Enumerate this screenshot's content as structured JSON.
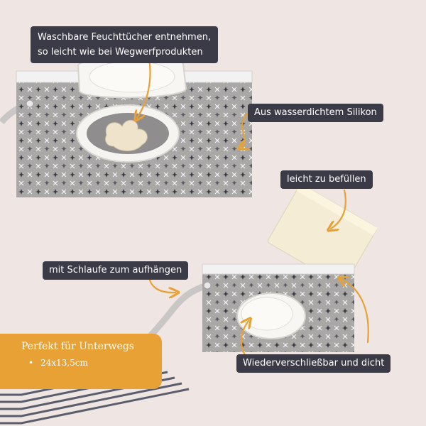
{
  "colors": {
    "background": "#efe5e2",
    "label_bg": "#3b3a47",
    "label_text": "#ffffff",
    "accent": "#e7a134",
    "pouch_gray": "#aaa7a7",
    "lid_white": "#f7f6f2"
  },
  "callouts": {
    "take_out": {
      "line1": "Waschbare Feuchttücher entnehmen,",
      "line2": "so leicht wie bei Wegwerfprodukten"
    },
    "silicone": "Aus wasserdichtem Silikon",
    "easy_fill": "leicht zu befüllen",
    "loop": "mit Schlaufe zum aufhängen",
    "reclosable": "Wiederverschließbar und dicht"
  },
  "info_box": {
    "title": "Perfekt für Unterwegs",
    "size": "24x13,5cm"
  }
}
